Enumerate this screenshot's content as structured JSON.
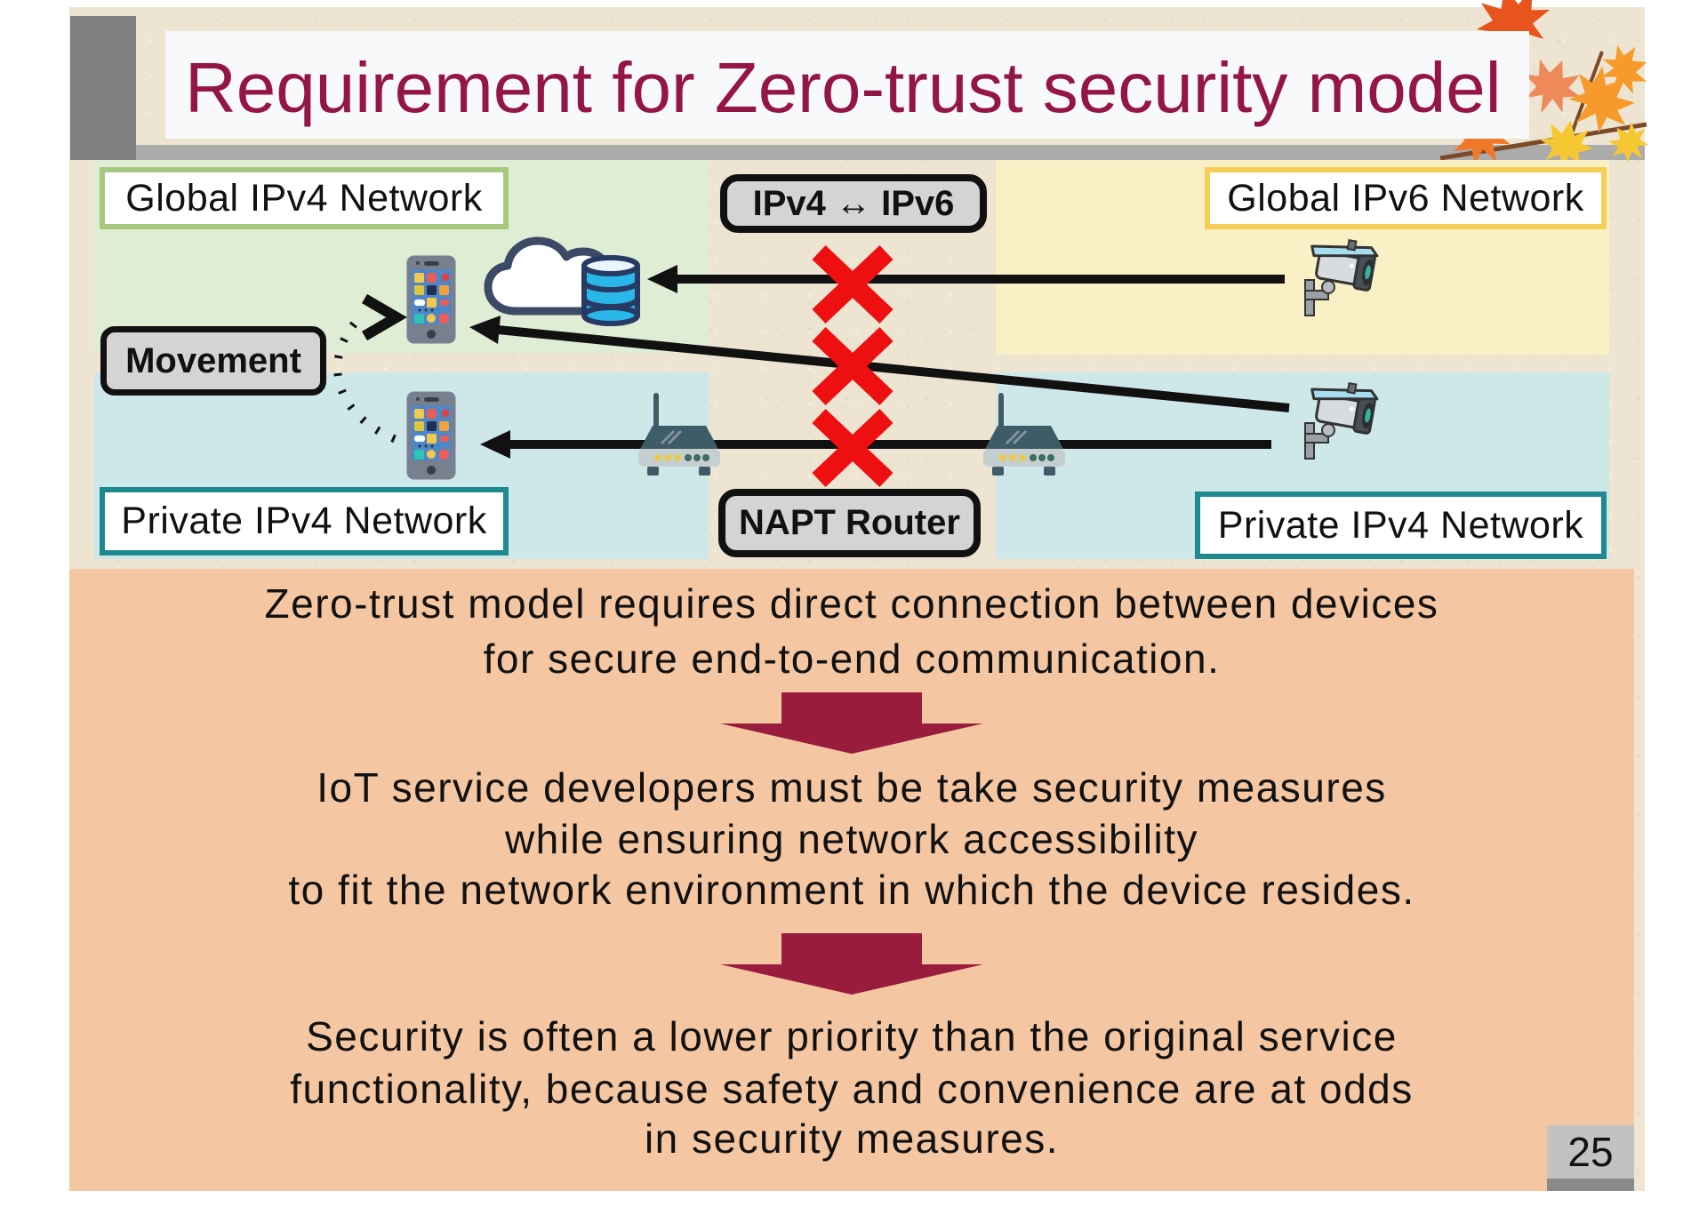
{
  "slide_title": "Requirement for Zero-trust security model",
  "page_number": "25",
  "diagram": {
    "labels": {
      "global_ipv4": "Global IPv4 Network",
      "ipv4_ipv6": "IPv4 ↔ IPv6",
      "global_ipv6": "Global IPv6 Network",
      "movement": "Movement",
      "private_ipv4_left": "Private IPv4 Network",
      "napt_router": "NAPT Router",
      "private_ipv4_right": "Private IPv4 Network"
    },
    "icons": {
      "smartphone": "smartphone-icon",
      "cloud_database": "cloud-database-icon",
      "wifi_router": "wifi-router-icon",
      "security_camera": "security-camera-icon",
      "blocked_connection": "red-x-icon",
      "movement_path": "dotted-arc-arrow-icon",
      "decoration": "maple-leaves-icon"
    }
  },
  "body": {
    "p1_line1": "Zero-trust model requires direct connection between devices",
    "p1_line2": "for secure end-to-end communication.",
    "p2_line1": "IoT service developers must be take security measures",
    "p2_line2": "while ensuring network accessibility",
    "p2_line3": "to fit the network environment in which the device resides.",
    "p3_line1": "Security is often a lower priority than the original service",
    "p3_line2": "functionality, because safety and convenience are at odds",
    "p3_line3": "in security measures."
  },
  "colors": {
    "title_maroon": "#941647",
    "x_red": "#EE1010",
    "down_arrow_maroon": "#9A1C3C",
    "panel_orange": "#F4C7A2",
    "ipv4_area_green": "#DFEDD5",
    "ipv6_area_yellow": "#FAF0C6",
    "private_area_blue": "#CEE8EA",
    "green_border": "#A5C87E",
    "yellow_border": "#F5CE56",
    "teal_border": "#1E898E",
    "gray_label_bg": "#D4D4D4"
  }
}
